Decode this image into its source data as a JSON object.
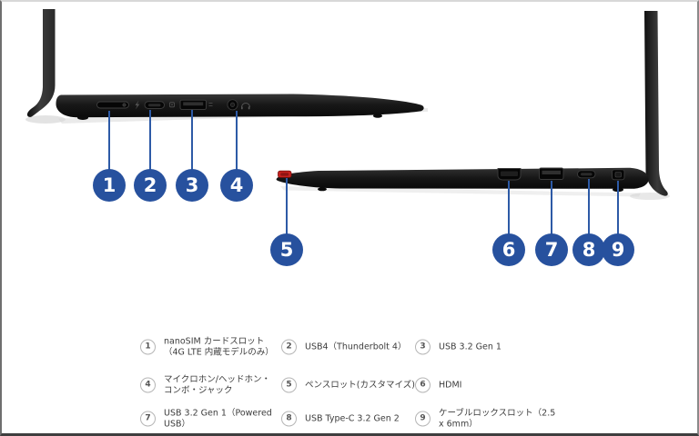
{
  "colors": {
    "callout_blue": "#27519e",
    "leader_line_blue": "#2d5aa6",
    "laptop_body_dark": "#141414",
    "pen_slot_red": "#c6221f",
    "legend_text": "#3c3c3c",
    "legend_circle_border": "#b5b5b5",
    "page_background": "#ffffff"
  },
  "callouts": [
    {
      "number": "1",
      "port": "nanosim-card-slot"
    },
    {
      "number": "2",
      "port": "usb4-thunderbolt4-port"
    },
    {
      "number": "3",
      "port": "usb-a-3-2-gen1-port"
    },
    {
      "number": "4",
      "port": "microphone-headphone-combo-jack"
    },
    {
      "number": "5",
      "port": "pen-slot"
    },
    {
      "number": "6",
      "port": "hdmi-port"
    },
    {
      "number": "7",
      "port": "powered-usb-a-port"
    },
    {
      "number": "8",
      "port": "usb-type-c-3-2-gen2-port"
    },
    {
      "number": "9",
      "port": "cable-lock-slot"
    }
  ],
  "legend": {
    "items": [
      {
        "number": "1",
        "label": "nanoSIM カードスロット（4G LTE 内蔵モデルのみ）"
      },
      {
        "number": "2",
        "label": "USB4（Thunderbolt 4）"
      },
      {
        "number": "3",
        "label": "USB 3.2 Gen 1"
      },
      {
        "number": "4",
        "label": "マイクロホン/ヘッドホン・コンボ・ジャック"
      },
      {
        "number": "5",
        "label": "ペンスロット(カスタマイズ)"
      },
      {
        "number": "6",
        "label": "HDMI"
      },
      {
        "number": "7",
        "label": "USB 3.2 Gen 1（Powered USB）"
      },
      {
        "number": "8",
        "label": "USB Type-C 3.2 Gen 2"
      },
      {
        "number": "9",
        "label": "ケーブルロックスロット（2.5 x 6mm）"
      }
    ]
  }
}
